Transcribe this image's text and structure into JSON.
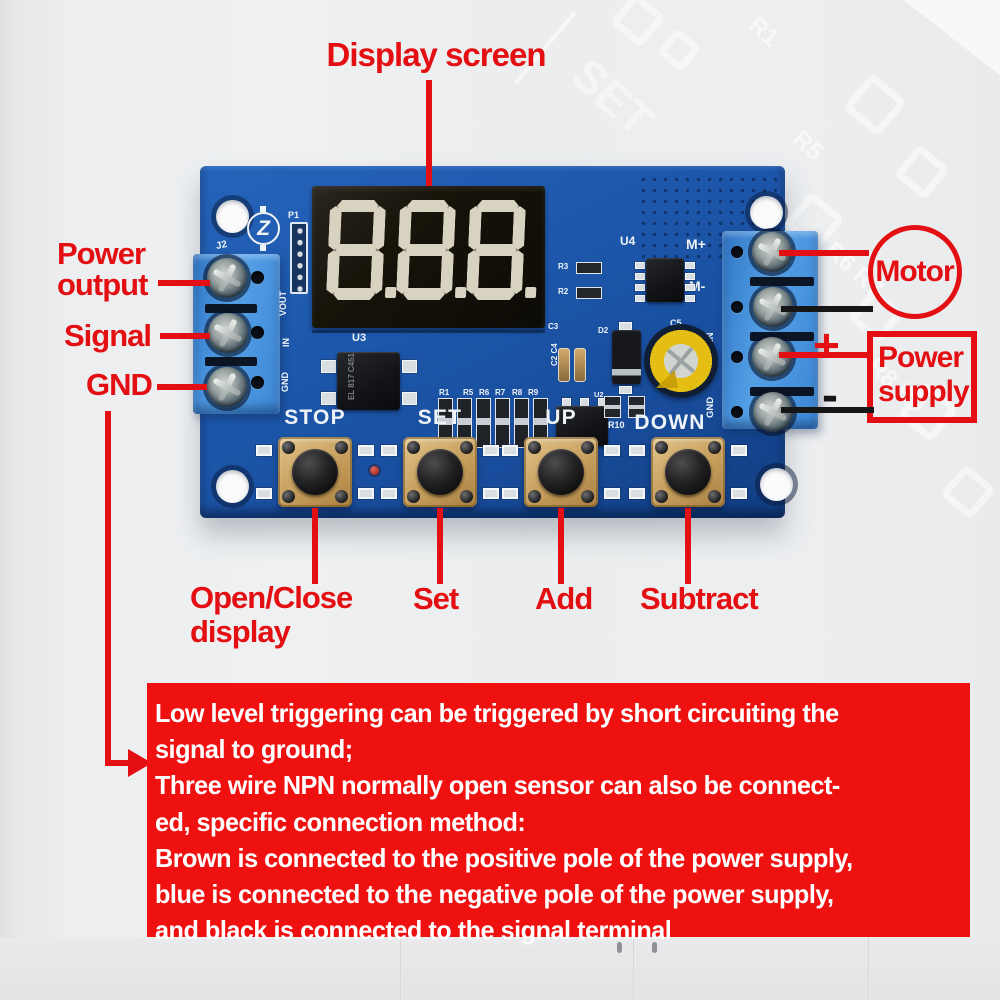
{
  "labels": {
    "display_screen": "Display screen",
    "power_output": [
      "Power",
      "output"
    ],
    "signal": "Signal",
    "gnd": "GND",
    "motor": "Motor",
    "plus": "+",
    "minus": "-",
    "power_supply": [
      "Power",
      "supply"
    ],
    "open_close": [
      "Open/Close",
      "display"
    ],
    "set": "Set",
    "add": "Add",
    "subtract": "Subtract"
  },
  "pcb": {
    "display_value": "8.8.8.",
    "silkscreen": {
      "j2": "J2",
      "p1": "P1",
      "logo": "Z",
      "vout": "VOUT",
      "in": "IN",
      "gnd": "GND",
      "u3": "U3",
      "u3_marking": "EL 817 C451",
      "resistor_row": [
        "R1",
        "R5",
        "R6",
        "R7",
        "R8",
        "R9"
      ],
      "c3": "C3",
      "c2c4": "C2 C4",
      "c5": "C5",
      "d2": "D2",
      "u4": "U4",
      "r3": "R3",
      "r2": "R2",
      "u2": "U2",
      "r10": "R10",
      "m_plus": "M+",
      "m_minus": "M-",
      "in_side": "IN",
      "gnd_side": "GND",
      "btn_stop": "STOP",
      "btn_set": "SET",
      "btn_up": "UP",
      "btn_down": "DOWN"
    }
  },
  "banner": {
    "lines": [
      "Low level triggering can be triggered by short circuiting the",
      "signal to ground;",
      "Three wire NPN normally open sensor can also be connect-",
      "ed, specific connection method:",
      "Brown is connected to the positive pole of the power supply,",
      "blue is connected to the negative pole of the power supply,",
      "and black is connected to the signal terminal"
    ]
  },
  "watermark": {
    "texts": [
      "R1",
      "R5",
      "R6 R7",
      "R8 R9",
      "SET"
    ]
  },
  "colors": {
    "annotation_red": "#e40f12",
    "banner_red": "#ee1110",
    "wire_black": "#161616",
    "pcb_blue": "#1b53a6",
    "terminal_blue": "#4190dc",
    "segment_beige": "#d8d2c0",
    "button_base_tan": "#c49c5a"
  }
}
